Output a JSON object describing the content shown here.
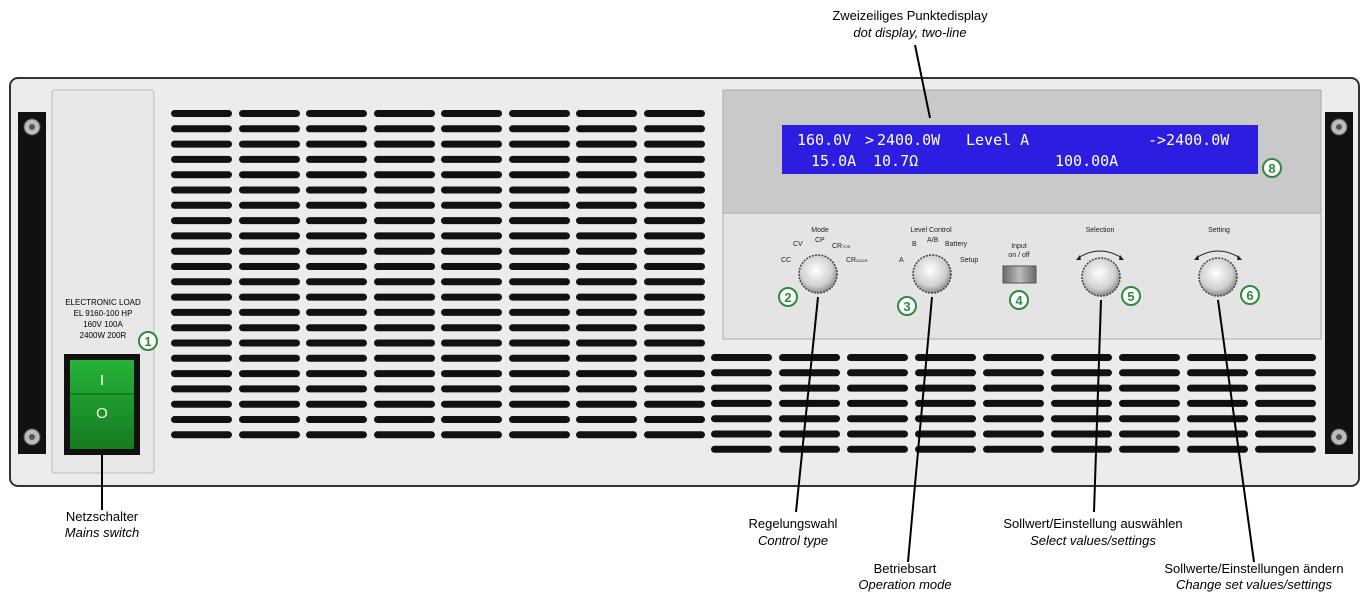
{
  "callouts": {
    "display": {
      "de": "Zweizeiliges Punktedisplay",
      "en": "dot display, two-line"
    },
    "mains": {
      "de": "Netzschalter",
      "en": "Mains switch"
    },
    "control": {
      "de": "Regelungswahl",
      "en": "Control type"
    },
    "operation": {
      "de": "Betriebsart",
      "en": "Operation mode"
    },
    "select": {
      "de": "Sollwert/Einstellung auswählen",
      "en": "Select values/settings"
    },
    "setting": {
      "de": "Sollwerte/Einstellungen ändern",
      "en": "Change set values/settings"
    }
  },
  "model": {
    "line1": "ELECTRONIC LOAD",
    "line2": "EL 9160-100 HP",
    "line3": "160V 100A",
    "line4": "2400W 200R"
  },
  "switch": {
    "on": "I",
    "off": "O"
  },
  "lcd": {
    "r1a": "160.0V",
    "r1b": ">",
    "r1c": "2400.0W",
    "r1d": "Level A",
    "r1e": "->2400.0W",
    "r2a": "15.0A",
    "r2b": "10.7Ω",
    "r2c": "100.00A"
  },
  "knobs": {
    "mode": {
      "title": "Mode",
      "cv": "CV",
      "cc": "CC",
      "cp": "CP",
      "crtr": "CR",
      "crtr_sub": "TOR",
      "crd": "CR",
      "crd_sub": "ADDR"
    },
    "level": {
      "title": "Level Control",
      "a": "A",
      "b": "B",
      "ab": "A/B",
      "battery": "Battery",
      "setup": "Setup"
    },
    "input": {
      "title1": "Input",
      "title2": "on / off"
    },
    "selection": {
      "title": "Selection"
    },
    "setting": {
      "title": "Setting"
    }
  },
  "numbers": [
    "1",
    "2",
    "3",
    "4",
    "5",
    "6",
    "8"
  ],
  "colors": {
    "lcd_bg": "#2b1ee0",
    "switch_green": "#1f9a2c",
    "badge": "#2d8a3e"
  }
}
